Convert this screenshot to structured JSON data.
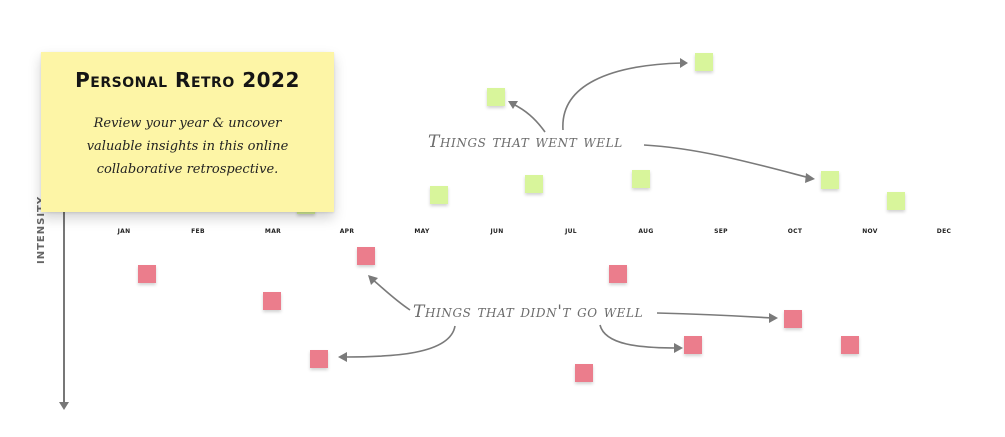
{
  "title_note": {
    "title": "Personal Retro 2022",
    "description": "Review your year & uncover valuable insights in this online collaborative retrospective."
  },
  "axis": {
    "y_label": "INTENSITY",
    "months": [
      "JAN",
      "FEB",
      "MAR",
      "APR",
      "MAY",
      "JUN",
      "JUL",
      "AUG",
      "SEP",
      "OCT",
      "NOV",
      "DEC"
    ]
  },
  "labels": {
    "went_well": "Things that went well",
    "didnt_go_well": "Things that didn't go well"
  },
  "colors": {
    "title_note": "#fdf5a6",
    "positive_note": "#d8f59b",
    "negative_note": "#eb7d8c"
  }
}
